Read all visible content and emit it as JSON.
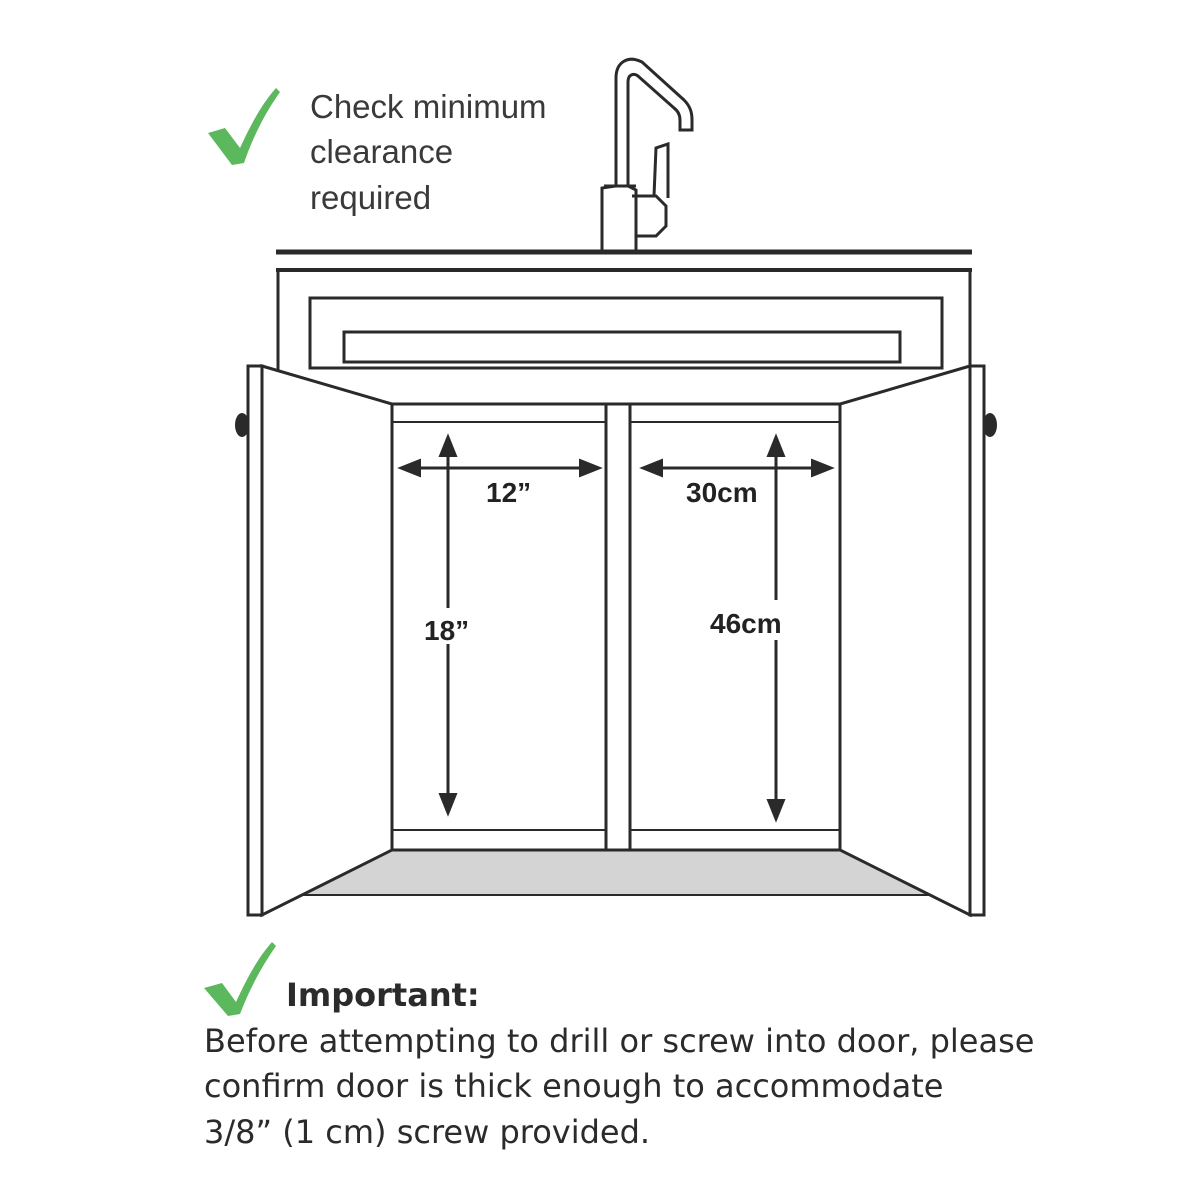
{
  "colors": {
    "check": "#5cb85c",
    "outline": "#2a2a2a",
    "floor": "#d4d4d4",
    "text": "#2b2b2b"
  },
  "icons": [
    "checkmark-icon",
    "faucet-icon",
    "door-knob-icon"
  ],
  "top_note": {
    "lines": [
      "Check minimum",
      "clearance",
      "required"
    ]
  },
  "dimensions": {
    "left_width": "12”",
    "right_width": "30cm",
    "left_height": "18”",
    "right_height": "46cm"
  },
  "bottom_note": {
    "heading": "Important:",
    "lines": [
      "Before attempting to drill or screw into door, please",
      "confirm door is thick enough to accommodate",
      "3/8” (1 cm) screw provided."
    ]
  }
}
